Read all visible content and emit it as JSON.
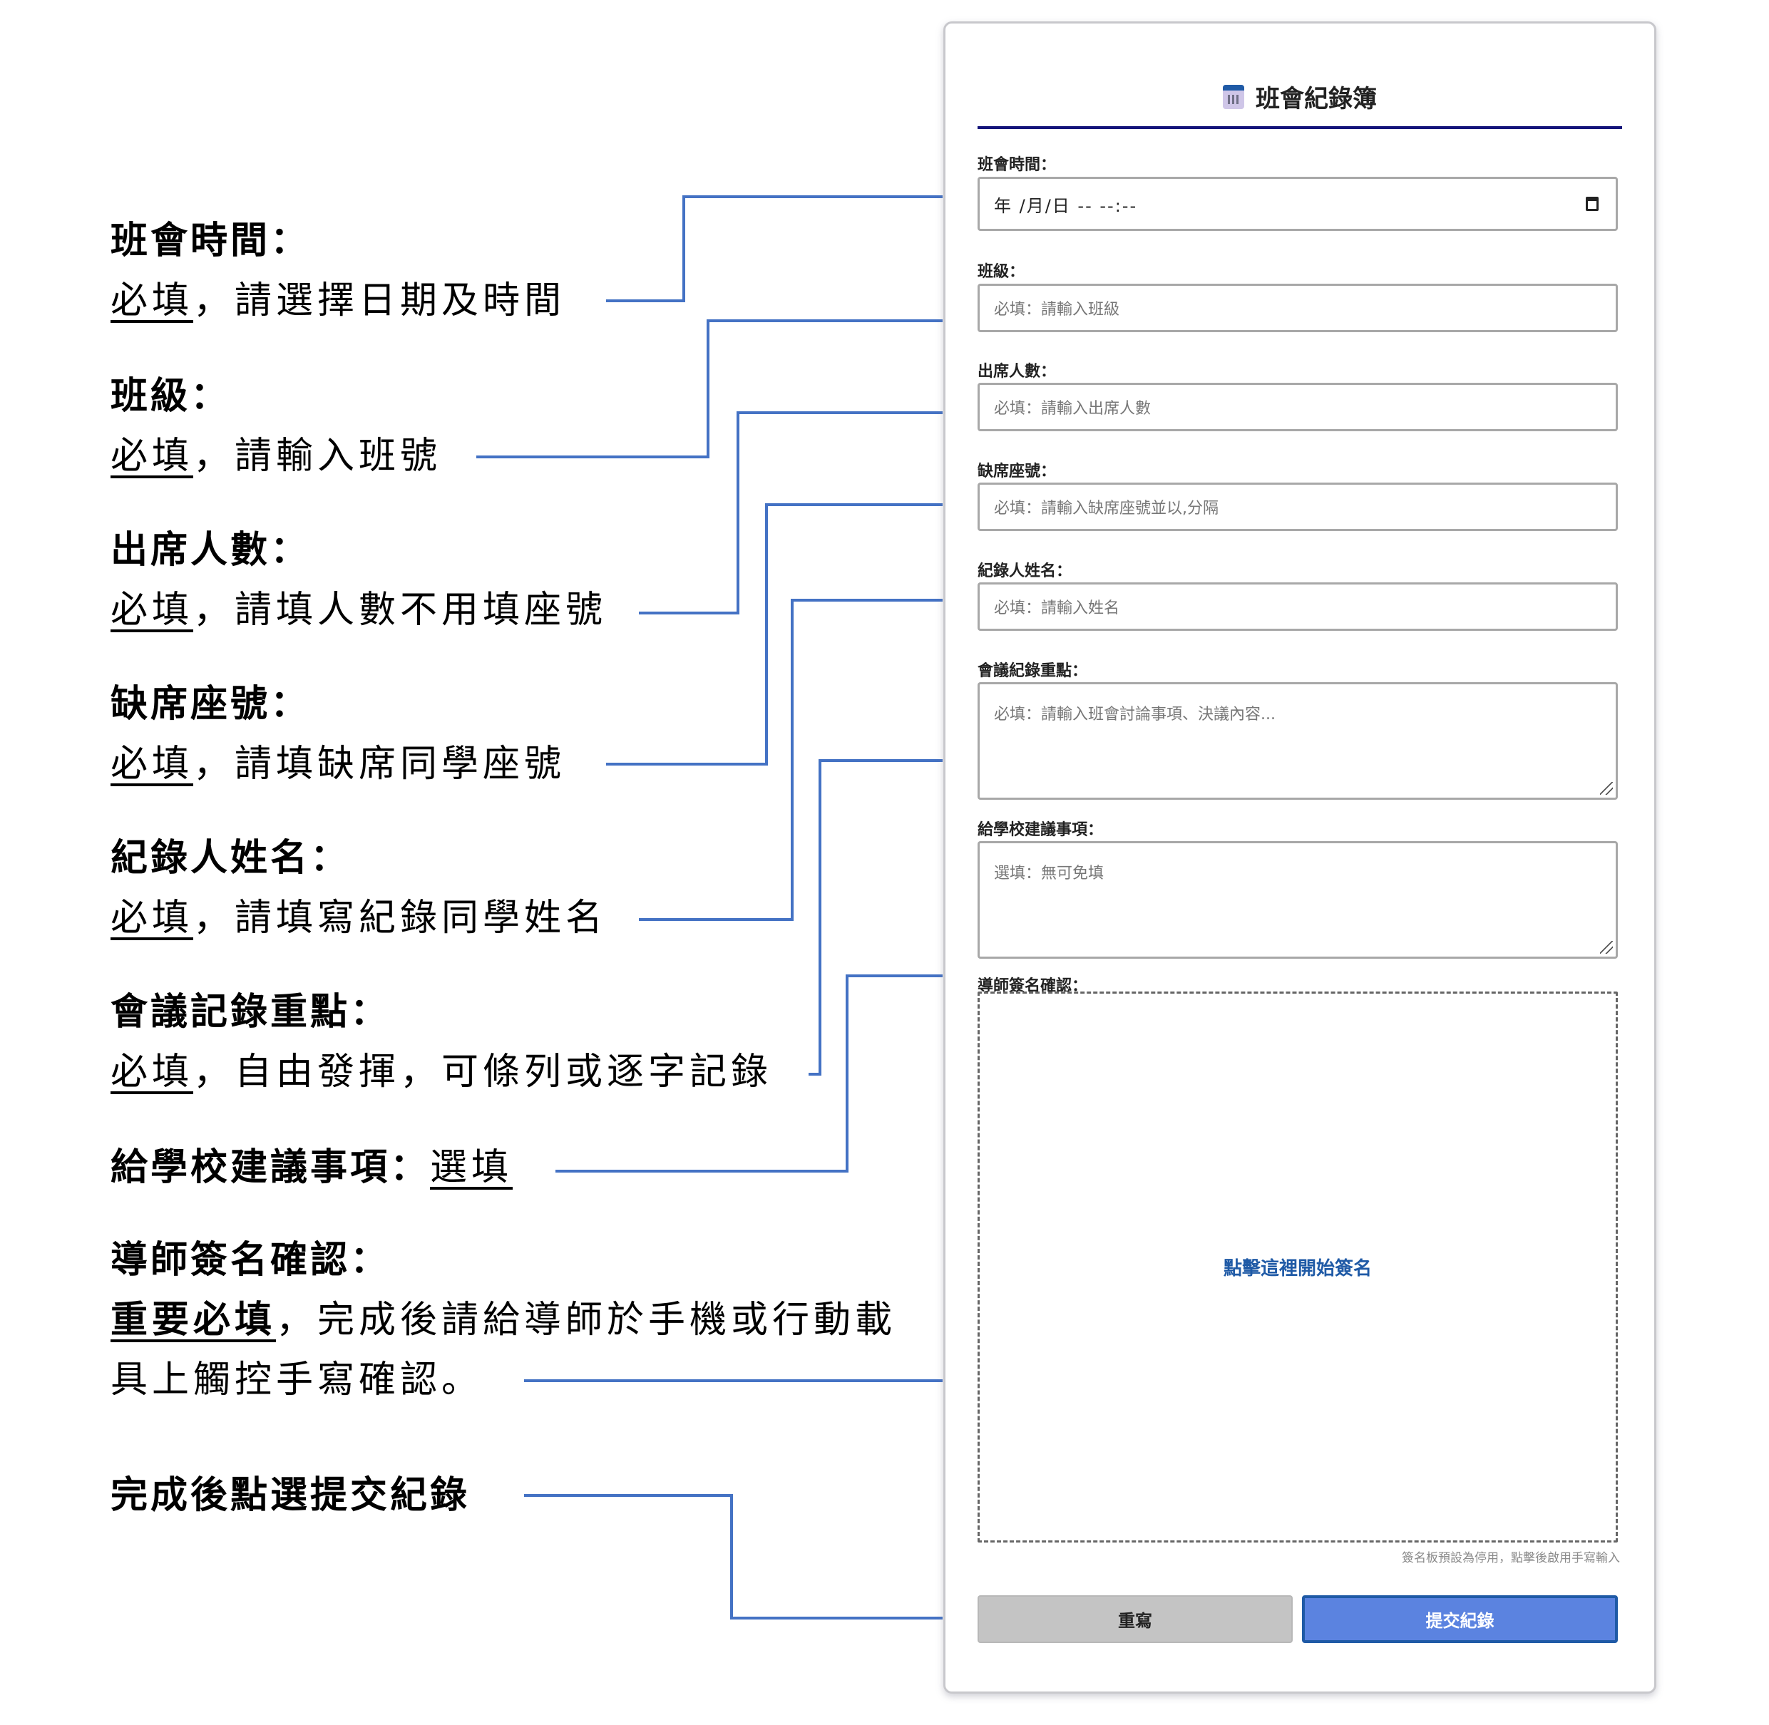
{
  "annotations": [
    {
      "title": "班會時間：",
      "lines": [
        {
          "underline": "必填",
          "rest": "，請選擇日期及時間"
        }
      ]
    },
    {
      "title": "班級：",
      "lines": [
        {
          "underline": "必填",
          "rest": "，請輸入班號"
        }
      ]
    },
    {
      "title": "出席人數：",
      "lines": [
        {
          "underline": "必填",
          "rest": "，請填人數不用填座號"
        }
      ]
    },
    {
      "title": "缺席座號：",
      "lines": [
        {
          "underline": "必填",
          "rest": "，請填缺席同學座號"
        }
      ]
    },
    {
      "title": "紀錄人姓名：",
      "lines": [
        {
          "underline": "必填",
          "rest": "，請填寫紀錄同學姓名"
        }
      ]
    },
    {
      "title": "會議記錄重點：",
      "lines": [
        {
          "underline": "必填",
          "rest": "，自由發揮，可條列或逐字記錄"
        }
      ]
    },
    {
      "title": "給學校建議事項：",
      "inline_underline": "選填"
    },
    {
      "title": "導師簽名確認：",
      "lines": [
        {
          "underline": "重要必填",
          "rest": "，完成後請給導師於手機或行動載"
        },
        {
          "rest": "具上觸控手寫確認。"
        }
      ]
    },
    {
      "title": "完成後點選提交紀錄"
    }
  ],
  "connector_color": "#4472c4",
  "form": {
    "title": "班會紀錄簿",
    "title_icon": "calendar-icon",
    "fields": {
      "meeting_time": {
        "label": "班會時間：",
        "value": "年 /月/日 -- --:--",
        "icon": "calendar-picker-icon"
      },
      "class": {
        "label": "班級：",
        "placeholder": "必填：請輸入班級"
      },
      "attendance": {
        "label": "出席人數：",
        "placeholder": "必填：請輸入出席人數"
      },
      "absent_seats": {
        "label": "缺席座號：",
        "placeholder": "必填：請輸入缺席座號並以,分隔"
      },
      "recorder": {
        "label": "紀錄人姓名：",
        "placeholder": "必填：請輸入姓名"
      },
      "minutes": {
        "label": "會議紀錄重點：",
        "placeholder": "必填：請輸入班會討論事項、決議內容..."
      },
      "suggestions": {
        "label": "給學校建議事項：",
        "placeholder": "選填：無可免填"
      },
      "signature": {
        "label": "導師簽名確認：",
        "prompt": "點擊這裡開始簽名",
        "hint": "簽名板預設為停用，點擊後啟用手寫輸入"
      }
    },
    "buttons": {
      "reset": "重寫",
      "submit": "提交紀錄"
    },
    "colors": {
      "accent": "#1f5aa6",
      "submit_bg": "#5b83e0",
      "reset_bg": "#c4c4c4",
      "divider": "#14147a"
    }
  }
}
